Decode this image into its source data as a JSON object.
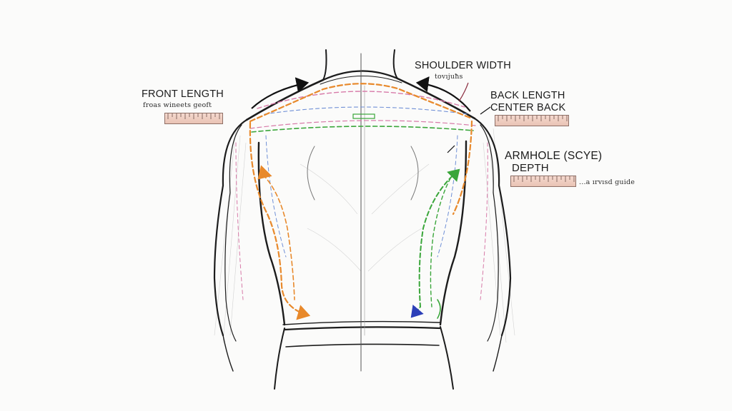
{
  "labels": {
    "shoulder_width": "SHOULDER WIDTH",
    "shoulder_width_sub": "tovıjuħs",
    "front_length": "FRONT LENGTH",
    "front_length_sub": "froas wineets geoft",
    "back_length": "BACK LENGTH",
    "center_back": "CENTER BACK",
    "armhole_line1": "ARMHOLE (SCYE)",
    "armhole_line2": "DEPTH",
    "armhole_sub": "...a ırvısd guide"
  },
  "colors": {
    "outline": "#1c1c1c",
    "orange": "#e8892b",
    "green": "#3aa63a",
    "pink": "#d77aa8",
    "blue": "#6f8fd6",
    "ruler_fill": "#efcdbf",
    "ruler_border": "#8e6f66"
  },
  "icons": {
    "shoulder_left_arrow": "curved-arrow-icon",
    "shoulder_right_arrow": "curved-arrow-icon",
    "front_arrow": "arrow-head-icon",
    "back_arrow": "arrow-head-icon"
  }
}
